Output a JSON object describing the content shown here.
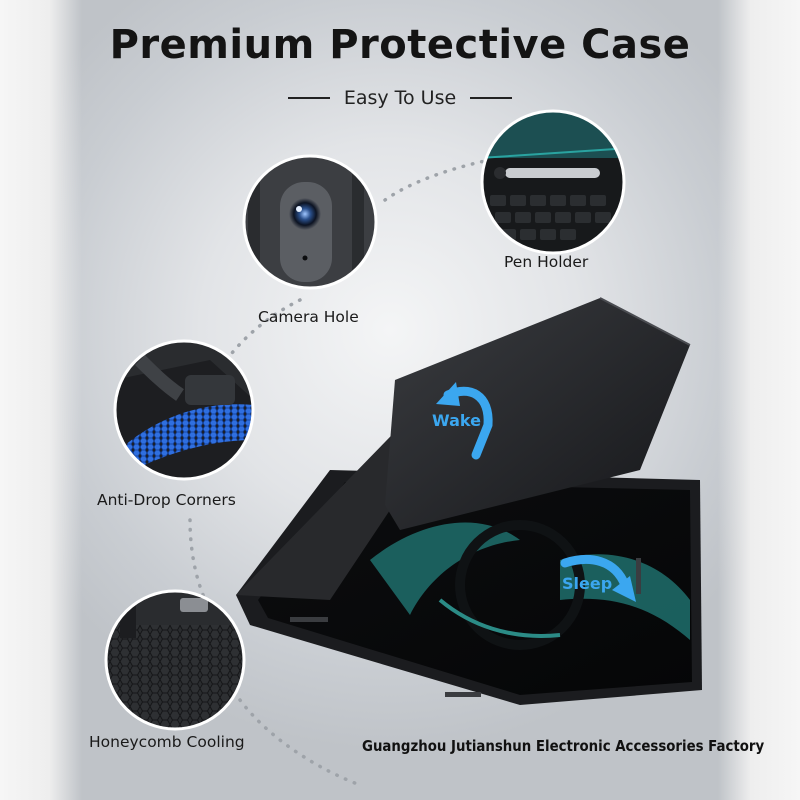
{
  "header": {
    "title": "Premium Protective Case",
    "subtitle": "Easy To Use"
  },
  "features": [
    {
      "label": "Camera Hole",
      "icon": "camera-lens-icon"
    },
    {
      "label": "Pen Holder",
      "icon": "pen-slot-icon"
    },
    {
      "label": "Anti-Drop Corners",
      "icon": "corner-bumper-icon"
    },
    {
      "label": "Honeycomb Cooling",
      "icon": "honeycomb-icon"
    }
  ],
  "arrows": {
    "wake": "Wake",
    "sleep": "Sleep"
  },
  "watermark": "Guangzhou Jutianshun Electronic Accessories Factory",
  "colors": {
    "accent_blue": "#3ba7f0",
    "case_black": "#1e1f22",
    "screen_teal": "#1f6f6c",
    "bumper_blue": "#1f5fd6"
  }
}
